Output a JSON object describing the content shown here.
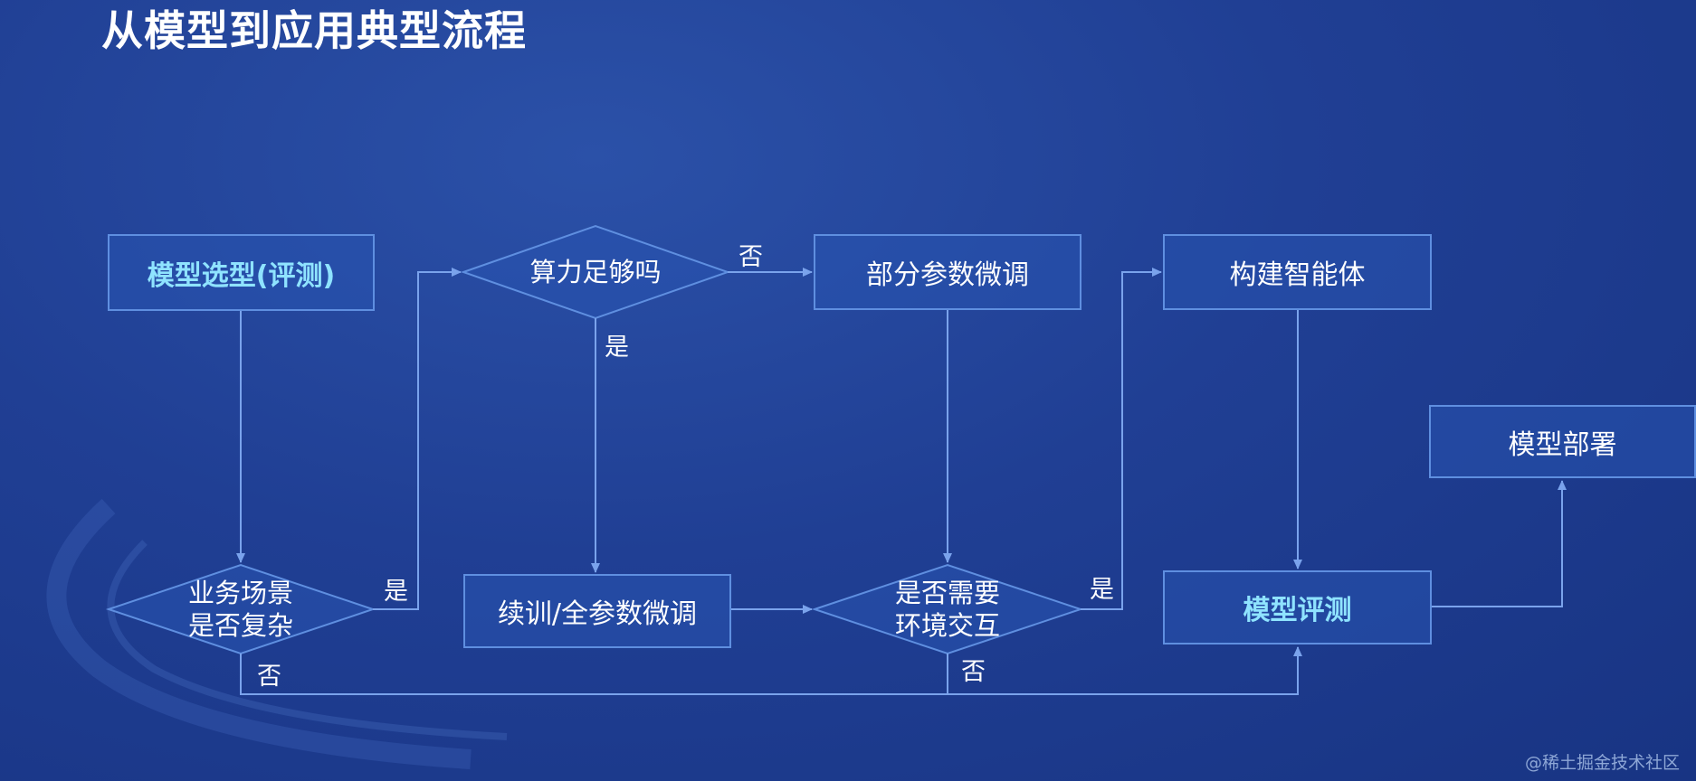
{
  "title": "从模型到应用典型流程",
  "nodes": {
    "model_selection": "模型选型(评测)",
    "compute_check": "算力足够吗",
    "partial_finetune": "部分参数微调",
    "build_agent": "构建智能体",
    "model_deploy": "模型部署",
    "scenario_complex_line1": "业务场景",
    "scenario_complex_line2": "是否复杂",
    "full_finetune": "续训/全参数微调",
    "env_interaction_line1": "是否需要",
    "env_interaction_line2": "环境交互",
    "model_eval": "模型评测"
  },
  "edge_labels": {
    "compute_no": "否",
    "compute_yes": "是",
    "scenario_yes": "是",
    "scenario_no": "否",
    "env_yes": "是",
    "env_no": "否"
  },
  "colors": {
    "background": "#1f3f93",
    "node_border": "#5f8fe0",
    "highlight_text": "#8fe3ff",
    "connector": "#7aa3ec"
  },
  "watermark": "@稀土掘金技术社区"
}
